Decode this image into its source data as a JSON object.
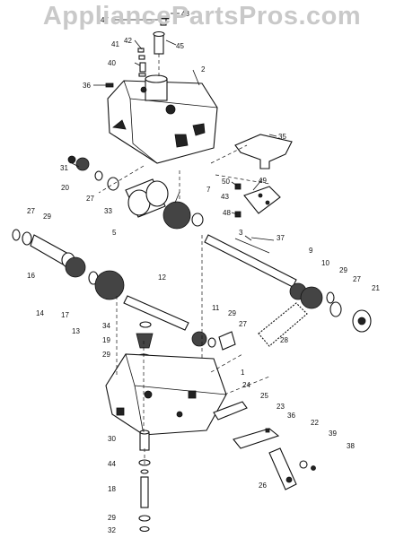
{
  "watermark": "AppliancePartsPros.com",
  "callouts": {
    "c48": "48",
    "c47": "47",
    "c42": "42",
    "c41": "41",
    "c45": "45",
    "c40": "40",
    "c2": "2",
    "c36a": "36",
    "c35": "35",
    "c31": "31",
    "c20": "20",
    "c27a": "27",
    "c33": "33",
    "c7": "7",
    "c43": "43",
    "c50": "50",
    "c49": "49",
    "c48b": "48",
    "c27b": "27",
    "c29a": "29",
    "c5": "5",
    "c3": "3",
    "c37": "37",
    "c16": "16",
    "c9": "9",
    "c10": "10",
    "c29b": "29",
    "c27c": "27",
    "c21": "21",
    "c14": "14",
    "c17": "17",
    "c13": "13",
    "c12": "12",
    "c11": "11",
    "c29c": "29",
    "c27d": "27",
    "c34": "34",
    "c19": "19",
    "c28": "28",
    "c29d": "29",
    "c1": "1",
    "c24": "24",
    "c25": "25",
    "c23": "23",
    "c36b": "36",
    "c22": "22",
    "c39": "39",
    "c38": "38",
    "c30": "30",
    "c44": "44",
    "c26": "26",
    "c18": "18",
    "c29e": "29",
    "c32": "32"
  }
}
